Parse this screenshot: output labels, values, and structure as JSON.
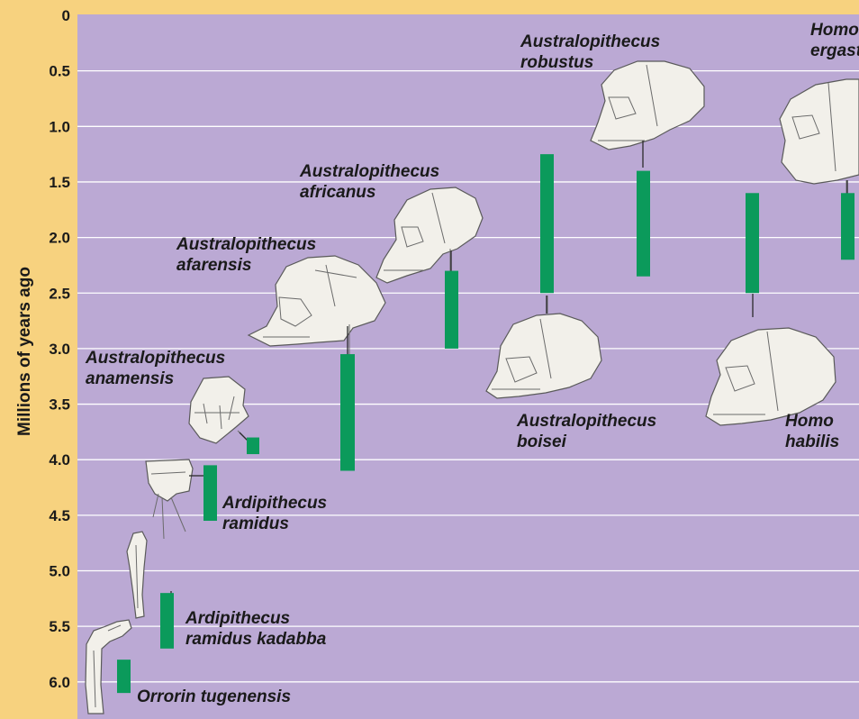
{
  "chart_data": {
    "type": "bar",
    "orientation": "vertical-range",
    "ylabel": "Millions of years ago",
    "ylim": [
      0,
      6.2
    ],
    "y_inverted": true,
    "yticks": [
      "0",
      "0.5",
      "1.0",
      "1.5",
      "2.0",
      "2.5",
      "3.0",
      "3.5",
      "4.0",
      "4.5",
      "5.0",
      "5.5",
      "6.0"
    ],
    "grid": true,
    "plot_color": "#bba9d4",
    "bar_color": "#0b9a5b",
    "background_color": "#f7d27f",
    "series": [
      {
        "name": "Orrorin tugenensis",
        "start": 5.8,
        "end": 6.1
      },
      {
        "name": "Ardipithecus ramidus kadabba",
        "start": 5.2,
        "end": 5.7
      },
      {
        "name": "Ardipithecus ramidus",
        "start": 4.05,
        "end": 4.55
      },
      {
        "name": "Australopithecus anamensis",
        "start": 3.8,
        "end": 3.95
      },
      {
        "name": "Australopithecus afarensis",
        "start": 3.05,
        "end": 4.1
      },
      {
        "name": "Australopithecus africanus",
        "start": 2.3,
        "end": 3.0
      },
      {
        "name": "Australopithecus boisei",
        "start": 1.25,
        "end": 2.5
      },
      {
        "name": "Australopithecus robustus",
        "start": 1.4,
        "end": 2.35
      },
      {
        "name": "Homo habilis",
        "start": 1.6,
        "end": 2.5
      },
      {
        "name": "Homo ergaster",
        "start": 1.6,
        "end": 2.2
      }
    ],
    "labels": [
      {
        "lines": [
          "Orrorin tugenensis"
        ]
      },
      {
        "lines": [
          "Ardipithecus",
          "ramidus kadabba"
        ]
      },
      {
        "lines": [
          "Ardipithecus",
          "ramidus"
        ]
      },
      {
        "lines": [
          "Australopithecus",
          "anamensis"
        ]
      },
      {
        "lines": [
          "Australopithecus",
          "afarensis"
        ]
      },
      {
        "lines": [
          "Australopithecus",
          "africanus"
        ]
      },
      {
        "lines": [
          "Australopithecus",
          "boisei"
        ]
      },
      {
        "lines": [
          "Australopithecus",
          "robustus"
        ]
      },
      {
        "lines": [
          "Homo",
          "habilis"
        ]
      },
      {
        "lines": [
          "Homo",
          "ergaster"
        ]
      }
    ]
  }
}
